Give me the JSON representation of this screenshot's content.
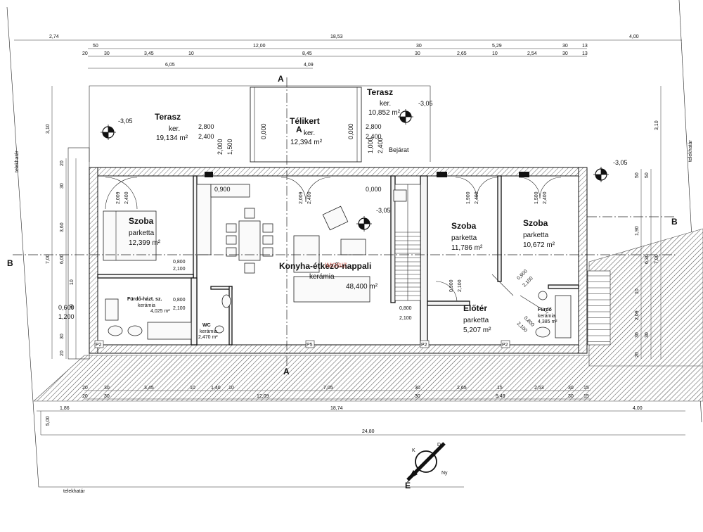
{
  "dims_top": {
    "row1": [
      "2,74",
      "18,53",
      "4,00"
    ],
    "row2": [
      "50",
      "12,00",
      "30",
      "5,29",
      "30",
      "13"
    ],
    "row3": [
      "20",
      "30",
      "3,45",
      "10",
      "8,45",
      "30",
      "2,65",
      "10",
      "2,54",
      "30",
      "13"
    ],
    "row4": [
      "6,05",
      "4,09"
    ]
  },
  "dims_bottom": {
    "row1": [
      "20",
      "30",
      "3,45",
      "10",
      "1,40",
      "10",
      "7,05",
      "30",
      "2,65",
      "15",
      "2,53",
      "30",
      "15"
    ],
    "row2": [
      "20",
      "30",
      "12,09",
      "30",
      "5,49",
      "30",
      "15"
    ],
    "row3": [
      "1,86",
      "18,74",
      "4,00"
    ],
    "row4": [
      "24,80"
    ],
    "side": "5,00"
  },
  "dims_left": [
    "3,10",
    "20",
    "30",
    "3,60",
    "7,00",
    "6,00",
    "10",
    "0,600",
    "1,200",
    "30",
    "30",
    "20"
  ],
  "dims_right": [
    "3,10",
    "50",
    "50",
    "1,90",
    "6,30",
    "7,00",
    "10",
    "2,09",
    "30",
    "30",
    "20"
  ],
  "sections": {
    "a": "A",
    "b": "B"
  },
  "levels": [
    "-3,05",
    "-3,05",
    "-3,05",
    "-3,05"
  ],
  "rooms": {
    "terasz_left": {
      "name": "Terasz",
      "floor": "ker.",
      "area": "19,134 m²"
    },
    "telikert": {
      "name": "Télikert",
      "floor": "ker.",
      "area": "12,394 m²"
    },
    "terasz_right": {
      "name": "Terasz",
      "floor": "ker.",
      "area": "10,852 m²"
    },
    "szoba1": {
      "name": "Szoba",
      "floor": "parketta",
      "area": "12,399 m²"
    },
    "konyha": {
      "name": "Konyha-étkező-nappali",
      "floor": "kerámia",
      "area": "48,400 m²"
    },
    "szoba2": {
      "name": "Szoba",
      "floor": "parketta",
      "area": "11,786 m²"
    },
    "szoba3": {
      "name": "Szoba",
      "floor": "parketta",
      "area": "10,672 m²"
    },
    "eloter": {
      "name": "Előtér",
      "floor": "parketta",
      "area": "5,207 m²"
    },
    "furdo_haztsz": {
      "name": "Fürdő-házt. sz.",
      "floor": "kerámia",
      "area": "4,025 m²"
    },
    "wc": {
      "name": "WC",
      "floor": "kerámia",
      "area": "2,470 m²"
    },
    "furdo": {
      "name": "Fürdő",
      "floor": "kerámia",
      "area": "4,385 m²"
    }
  },
  "openings": [
    "2,800",
    "2,400",
    "0,000",
    "0,000",
    "2,800",
    "2,400",
    "2,000",
    "1,500",
    "1,000",
    "2,400",
    "0,900",
    "0,000",
    "0,800",
    "2,100",
    "0,800",
    "2,100",
    "0,800",
    "2,100",
    "0,900",
    "2,100",
    "0,900",
    "2,100",
    "0,800",
    "2,100",
    "2,009",
    "2,400",
    "2,009",
    "2,400",
    "1,500",
    "2,400",
    "1,900",
    "2,400"
  ],
  "labels": {
    "bejarat": "Bejárat",
    "telekhatar": "telekhatár",
    "watermark": "IMOBIZ"
  },
  "column_tags": [
    "P2",
    "P5",
    "P2",
    "P2"
  ],
  "compass": {
    "e": "É",
    "k": "K",
    "d": "D",
    "ny": "Ny"
  }
}
